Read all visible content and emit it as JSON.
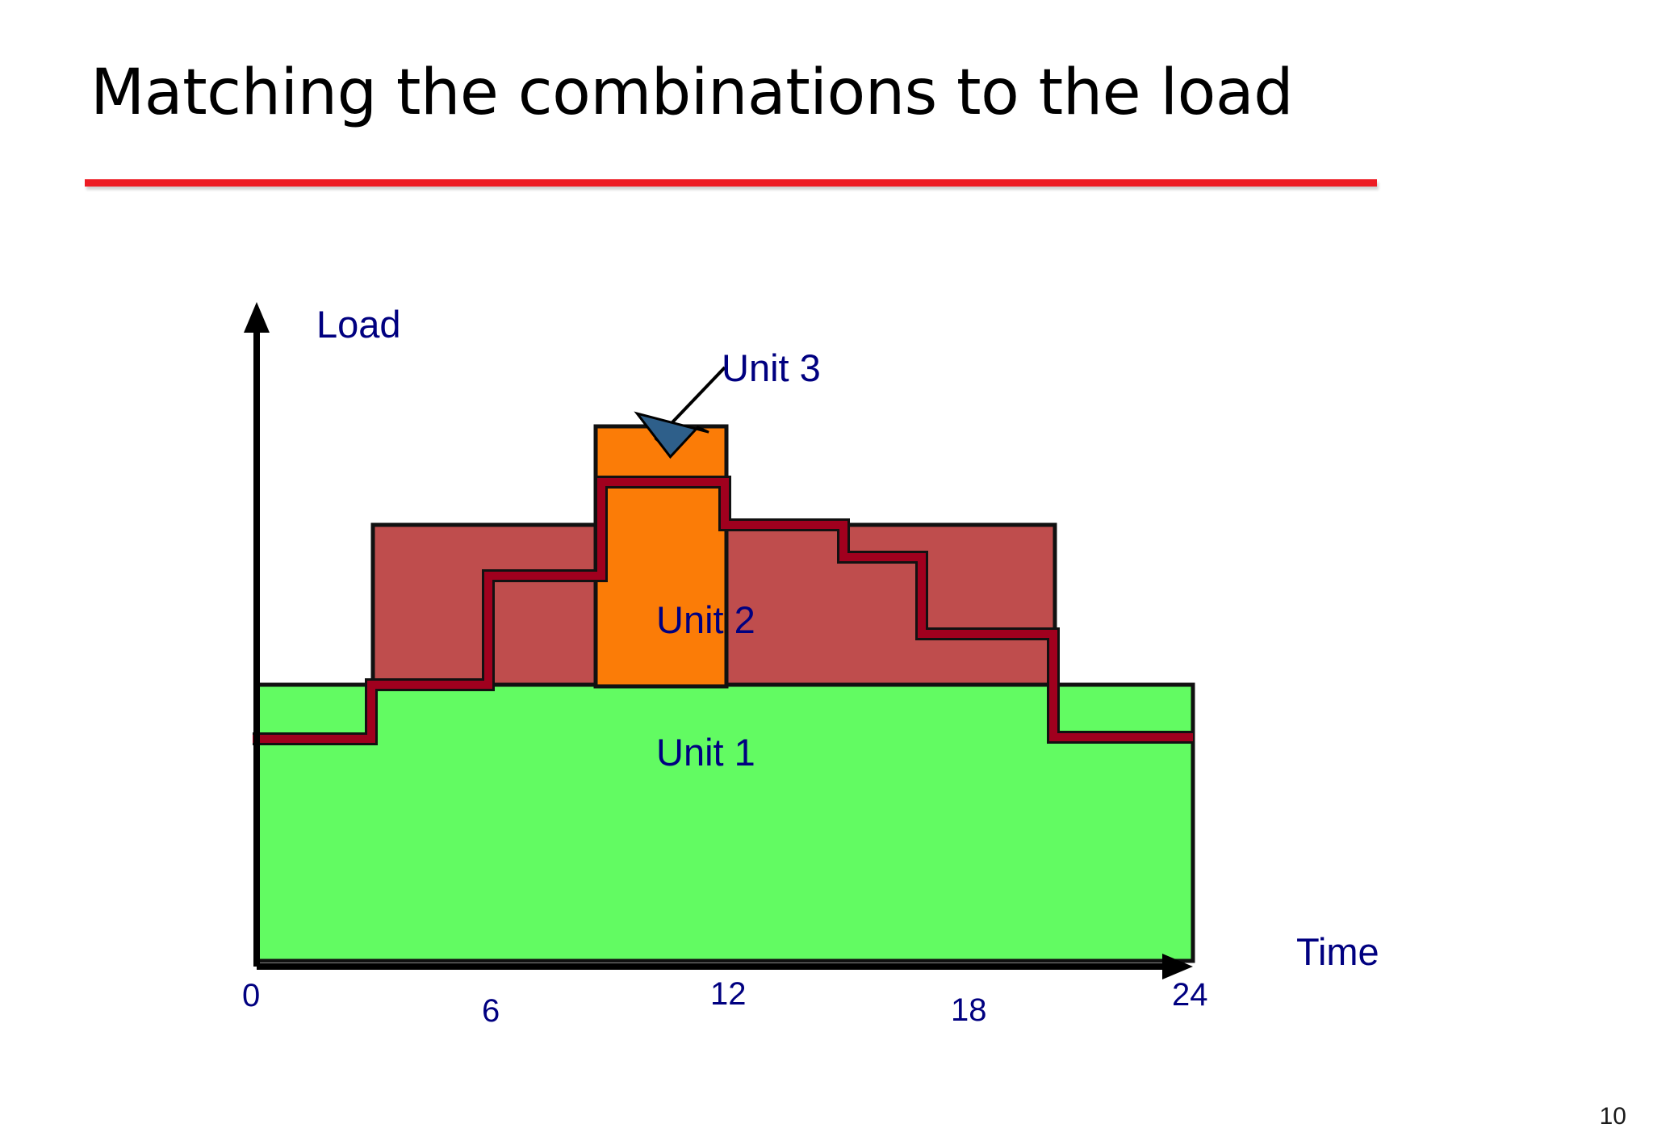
{
  "slide": {
    "title": "Matching the combinations to the load",
    "number": "10",
    "accent_color": "#ED1C24",
    "label_color": "#000080",
    "background": "#FFFFFF"
  },
  "chart_data": {
    "type": "area",
    "title": "Matching the combinations to the load",
    "subtitle": "",
    "xlabel": "Time",
    "ylabel": "Load",
    "xlim": [
      0,
      24
    ],
    "ylim": [
      0,
      100
    ],
    "grid": false,
    "legend": "annotations-on-plot",
    "x_ticks": [
      "0",
      "6",
      "12",
      "18",
      "24"
    ],
    "x_tick_values": [
      0,
      6,
      12,
      18,
      24
    ],
    "y_ticks": [],
    "annotations": [
      {
        "text": "Unit 3",
        "target": "orange-block",
        "style": "callout-arrow"
      },
      {
        "text": "Unit 2",
        "target": "red-area",
        "style": "inline"
      },
      {
        "text": "Unit 1",
        "target": "green-area",
        "style": "inline"
      }
    ],
    "series": [
      {
        "name": "Unit 1",
        "color": "#62FB62",
        "edge_color": "#000000",
        "kind": "capacity-block",
        "x_start": 0,
        "x_end": 24,
        "top_value": 40,
        "bottom_value": 0
      },
      {
        "name": "Unit 2",
        "color": "#BF4D4D",
        "edge_color": "#000000",
        "kind": "capacity-block",
        "x_start": 3,
        "x_end": 20.5,
        "top_value": 72,
        "bottom_value": 40
      },
      {
        "name": "Unit 3",
        "color": "#FB7C07",
        "edge_color": "#000000",
        "kind": "capacity-block",
        "x_start": 8.7,
        "x_end": 12,
        "top_value": 90,
        "bottom_value": 40
      },
      {
        "name": "Load",
        "color": "#A0001E",
        "kind": "step-line",
        "steps": [
          {
            "x_start": 0,
            "x_end": 3,
            "value": 31
          },
          {
            "x_start": 3,
            "x_end": 6,
            "value": 40
          },
          {
            "x_start": 6,
            "x_end": 8.7,
            "value": 56
          },
          {
            "x_start": 8.7,
            "x_end": 12,
            "value": 81
          },
          {
            "x_start": 12,
            "x_end": 15,
            "value": 72
          },
          {
            "x_start": 15,
            "x_end": 17.2,
            "value": 66
          },
          {
            "x_start": 17.2,
            "x_end": 20.4,
            "value": 58
          },
          {
            "x_start": 20.4,
            "x_end": 24,
            "value": 31
          }
        ]
      }
    ]
  },
  "labels": {
    "load": "Load",
    "time": "Time",
    "unit1": "Unit 1",
    "unit2": "Unit 2",
    "unit3": "Unit 3"
  },
  "ticks": {
    "t0": "0",
    "t6": "6",
    "t12": "12",
    "t18": "18",
    "t24": "24"
  }
}
